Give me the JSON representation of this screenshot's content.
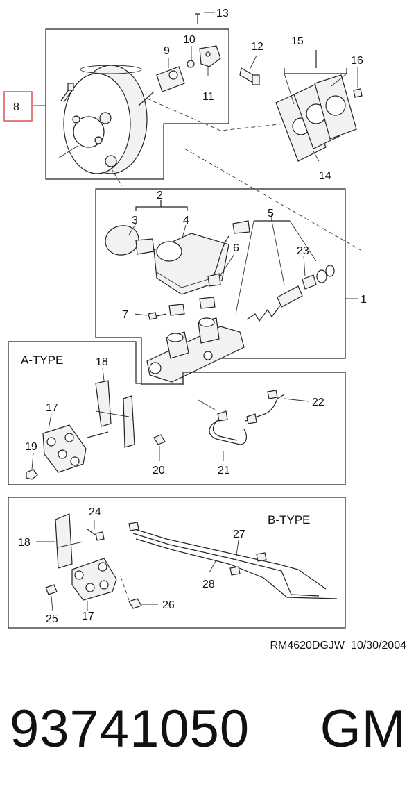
{
  "diagram": {
    "reference": "RM4620DGJW  10/30/2004",
    "group_titles": {
      "a_type": "A-TYPE",
      "b_type": "B-TYPE"
    },
    "highlighted_callout": "8",
    "callouts": {
      "c1": "1",
      "c2": "2",
      "c3": "3",
      "c4": "4",
      "c5": "5",
      "c6": "6",
      "c7": "7",
      "c8": "8",
      "c9": "9",
      "c10": "10",
      "c11": "11",
      "c12": "12",
      "c13": "13",
      "c14": "14",
      "c15": "15",
      "c16": "16",
      "c17a": "17",
      "c18a": "18",
      "c19": "19",
      "c20": "20",
      "c21": "21",
      "c22": "22",
      "c23": "23",
      "c24": "24",
      "c25": "25",
      "c26": "26",
      "c27": "27",
      "c28": "28",
      "c17b": "17",
      "c18b": "18"
    }
  },
  "part_number": "93741050",
  "brand": "GM",
  "colors": {
    "highlight": "#d9534f",
    "line": "#222222"
  }
}
